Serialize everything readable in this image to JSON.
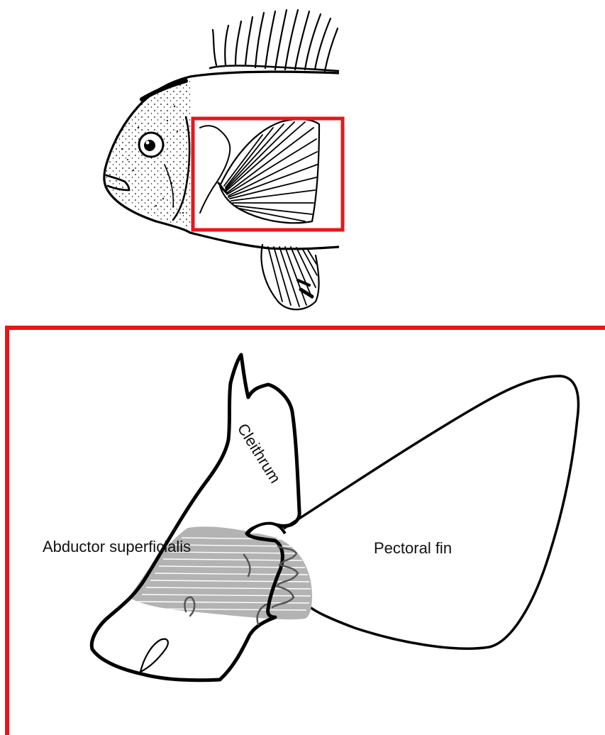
{
  "labels": {
    "cleithrum": "Cleithrum",
    "abductor": "Abductor superficialis",
    "pectoral_fin": "Pectoral fin"
  },
  "colors": {
    "highlight_box": "#e8161b",
    "outline": "#000000",
    "muscle_fill": "#b3b3b3",
    "muscle_stripes": "#ffffff"
  },
  "icons": {
    "fish": "fish-illustration",
    "zoom": "pectoral-girdle-detail"
  }
}
